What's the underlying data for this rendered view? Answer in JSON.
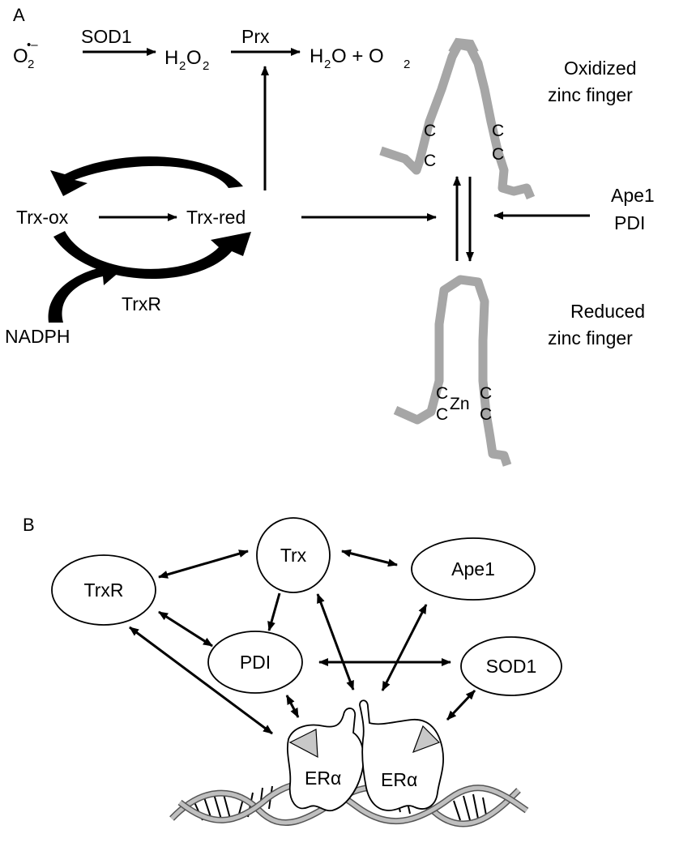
{
  "panel_a": {
    "label": "A",
    "superoxide": {
      "base": "O",
      "sub": "2",
      "sup": "•–"
    },
    "sod1": "SOD1",
    "h2o2": {
      "a": "H",
      "sub1": "2",
      "b": "O",
      "sub2": "2"
    },
    "prx": "Prx",
    "products": {
      "a": "H",
      "sub1": "2",
      "b": "O + O",
      "sub2": "2"
    },
    "trx_ox": "Trx-ox",
    "trx_red": "Trx-red",
    "trxr": "TrxR",
    "nadph": "NADPH",
    "oxidized_label": [
      "Oxidized",
      "zinc finger"
    ],
    "reduced_label": [
      "Reduced",
      "zinc finger"
    ],
    "ape1": "Ape1",
    "pdi": "PDI",
    "cys": "C",
    "zn": "Zn"
  },
  "panel_b": {
    "label": "B",
    "nodes": {
      "trx": "Trx",
      "ape1": "Ape1",
      "trxr": "TrxR",
      "pdi": "PDI",
      "sod1": "SOD1"
    },
    "era": "ERα"
  },
  "colors": {
    "ribbon": "#a6a6a6",
    "arrow": "#000000",
    "dna_backbone": "#bfbfbf"
  }
}
